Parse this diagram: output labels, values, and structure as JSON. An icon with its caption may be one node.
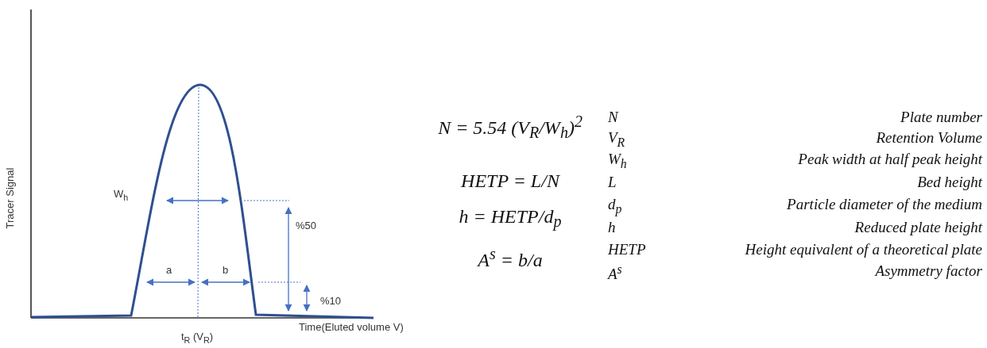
{
  "diagram": {
    "labels": [
      "Tracer Signal",
      "W$_{h}$",
      "%50",
      "a",
      "b",
      "%10",
      "Time(Eluted volume V)",
      "t$_{R}$ (V$_{R}$)",
      "N = 5.54 (V$_{R}$/W$_{h}$)$^{2}$",
      "HETP = L/N",
      "h = HETP/d$_{p}$",
      "A$^{s}$ = b/a",
      "N",
      "Plate number",
      "V$_{R}$",
      "Retention Volume",
      "W$_{h}$",
      "Peak width at half peak height",
      "L",
      "Bed height",
      "d$_{p}$",
      "Particle diameter of the medium",
      "h",
      "Reduced plate height",
      "HETP",
      "Height equivalent of a theoretical plate",
      "A$^{s}$",
      "Asymmetry factor"
    ]
  }
}
